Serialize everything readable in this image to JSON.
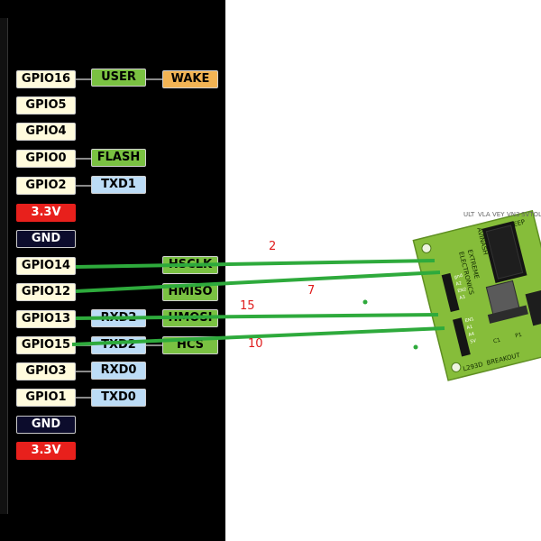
{
  "pinout": {
    "gpio16": "GPIO16",
    "user": "USER",
    "wake": "WAKE",
    "gpio5": "GPIO5",
    "gpio4": "GPIO4",
    "gpio0": "GPIO0",
    "flash": "FLASH",
    "gpio2": "GPIO2",
    "txd1": "TXD1",
    "v33a": "3.3V",
    "gnd_a": "GND",
    "gpio14": "GPIO14",
    "hsclk": "HSCLK",
    "gpio12": "GPIO12",
    "hmiso": "HMISO",
    "gpio13": "GPIO13",
    "rxd2": "RXD2",
    "hmosi": "HMOSI",
    "gpio15": "GPIO15",
    "txd2": "TXD2",
    "hcs": "HCS",
    "gpio3": "GPIO3",
    "rxd0": "RXD0",
    "gpio1": "GPIO1",
    "txd0": "TXD0",
    "gnd_b": "GND",
    "v33b": "3.3V"
  },
  "wires": {
    "label_1": "2",
    "label_2": "7",
    "label_3": "15",
    "label_4": "10",
    "color": "#2eaa3c"
  },
  "board": {
    "header_labels": [
      "ULT",
      "VLA",
      "VEY",
      "VN3",
      "SVTOL"
    ],
    "side_text": "AVINASH",
    "center_text_1": "EXTREME",
    "center_text_2": "ELECTRONICS",
    "bottom_text_1": "L293D",
    "bottom_text_2": "BREAKOUT",
    "pin_labels_top": [
      "gnd",
      "A2",
      "EN2",
      "A3"
    ],
    "pin_labels_bottom": [
      "EN1",
      "A1",
      "A4",
      "5V"
    ],
    "corner_text": "EEP",
    "p_label": "P1",
    "c_label": "C1",
    "colors": {
      "pcb": "#86bd3a",
      "chip": "#141414",
      "regulator": "#5a5a5a"
    }
  }
}
